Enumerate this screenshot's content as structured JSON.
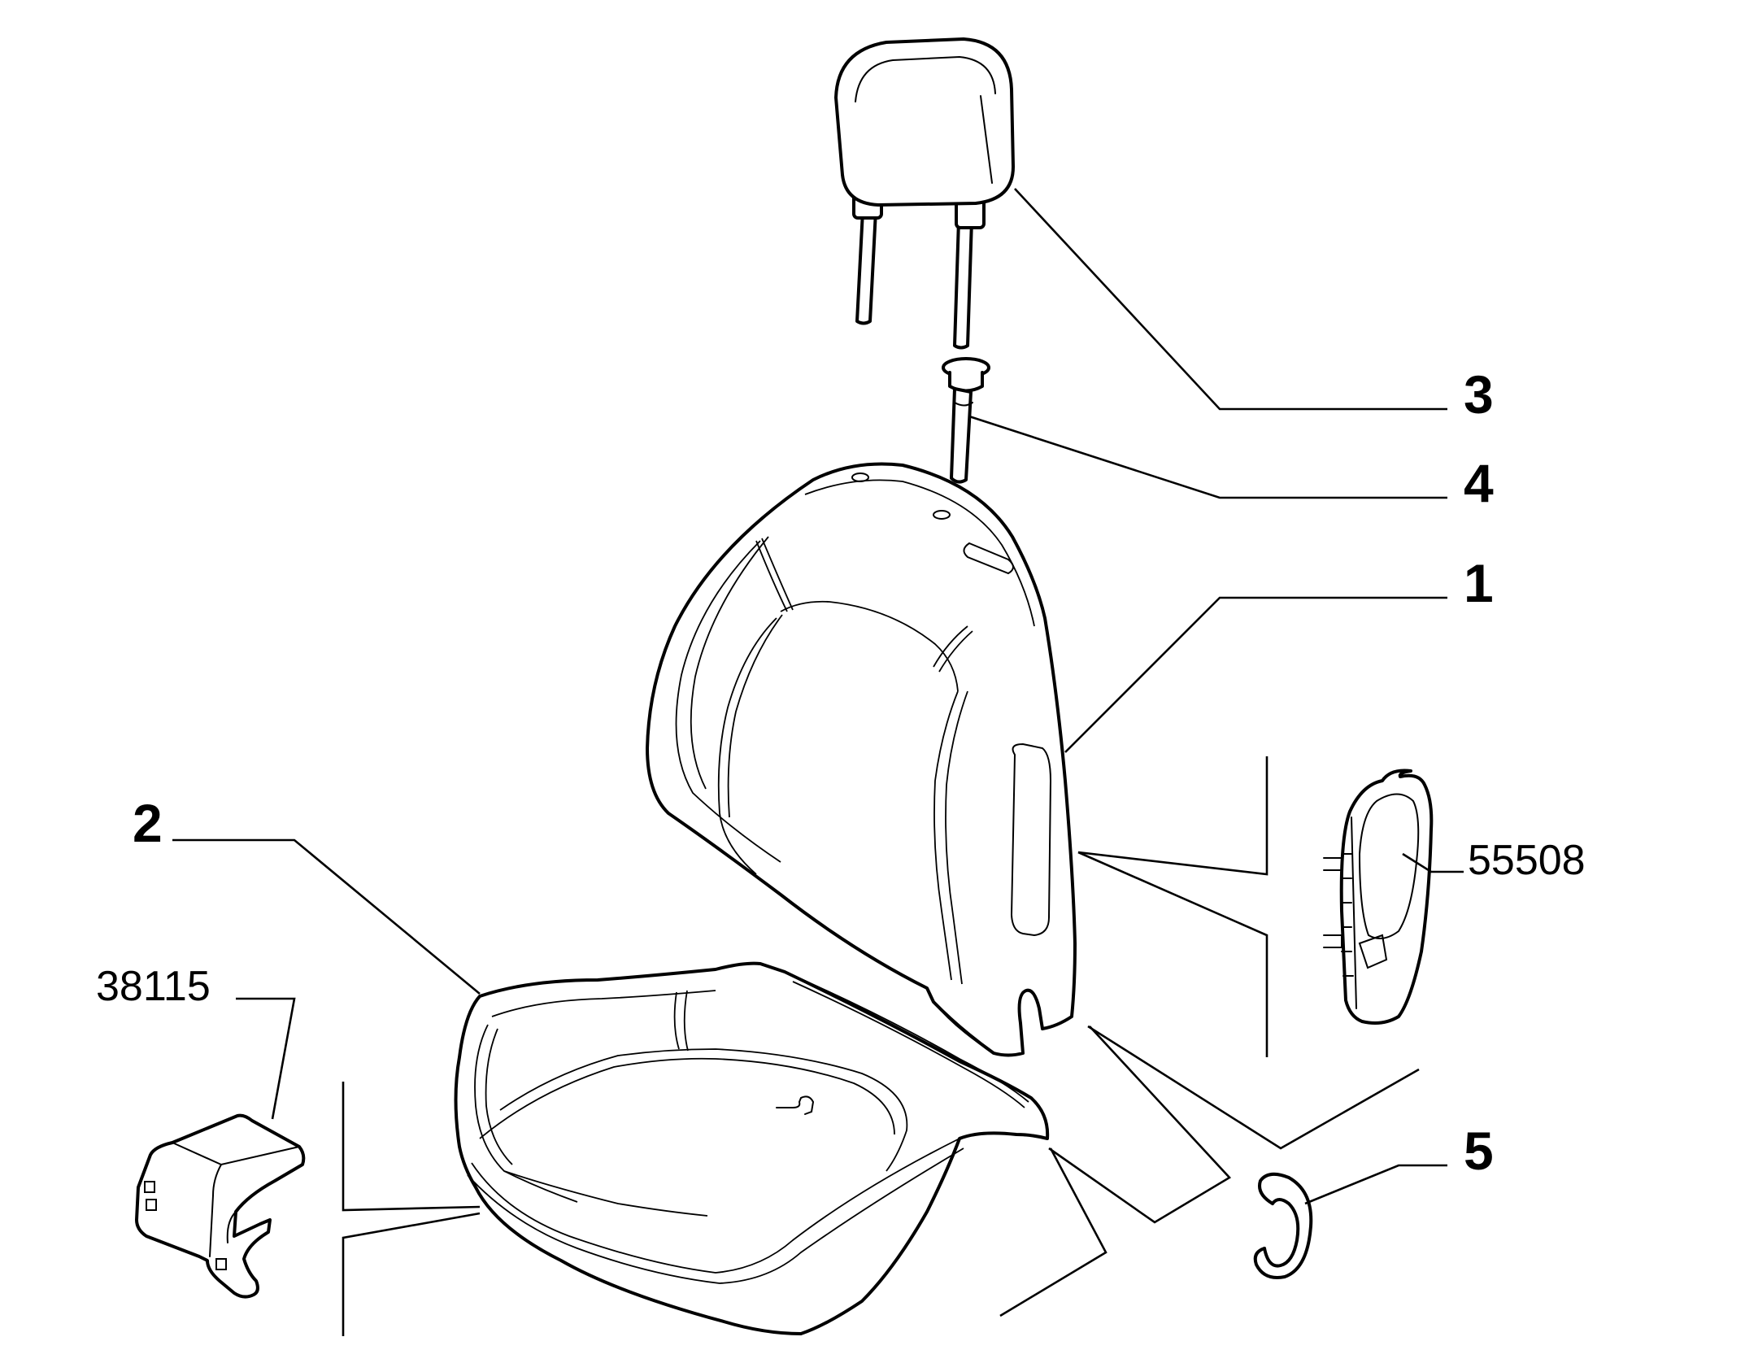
{
  "callouts": {
    "c1": "1",
    "c2": "2",
    "c3": "3",
    "c4": "4",
    "c5": "5",
    "ref_55508": "55508",
    "ref_38115": "38115"
  },
  "colors": {
    "line": "#000000",
    "background": "#ffffff"
  }
}
